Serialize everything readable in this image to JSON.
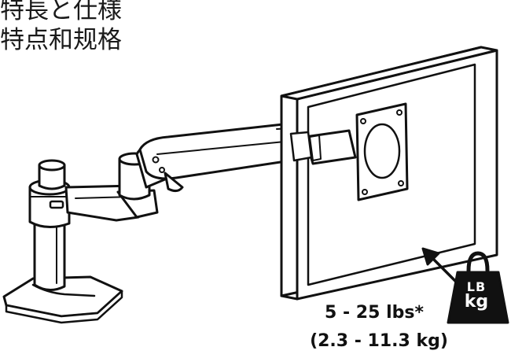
{
  "titles": {
    "line1": "特長と仕様",
    "line2": "特点和规格"
  },
  "capacity": {
    "lbs": "5 - 25 lbs*",
    "kg": "(2.3 - 11.3 kg)"
  },
  "weight_icon": {
    "unit_top": "LB",
    "unit_bottom": "kg"
  },
  "colors": {
    "outline": "#111111",
    "fill": "#ffffff",
    "weight": "#111111"
  }
}
